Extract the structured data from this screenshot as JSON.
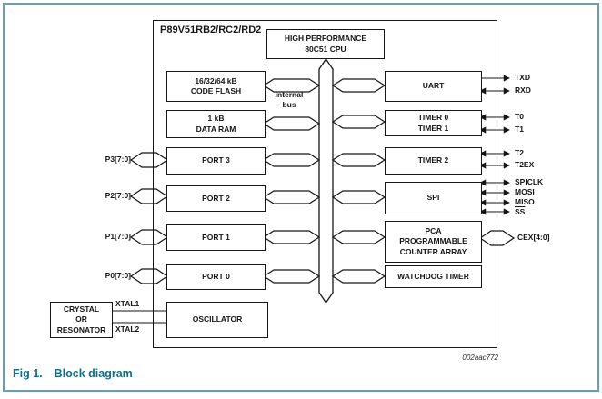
{
  "caption": {
    "fig": "Fig 1.",
    "title": "Block diagram"
  },
  "colors": {
    "caption_text": "#0f6d88",
    "page_border": "#63a0b0",
    "diagram_ink": "#161616"
  },
  "diagram": {
    "chip_title": "P89V51RB2/RC2/RD2",
    "figure_code": "002aac772",
    "internal_bus_label": {
      "line1": "internal",
      "line2": "bus"
    },
    "blocks": {
      "cpu": {
        "line1": "HIGH PERFORMANCE",
        "line2": "80C51 CPU"
      },
      "code_flash": {
        "line1": "16/32/64 kB",
        "line2": "CODE FLASH"
      },
      "data_ram": {
        "line1": "1 kB",
        "line2": "DATA RAM"
      },
      "port3": {
        "line1": "PORT 3"
      },
      "port2": {
        "line1": "PORT 2"
      },
      "port1": {
        "line1": "PORT 1"
      },
      "port0": {
        "line1": "PORT 0"
      },
      "oscillator": {
        "line1": "OSCILLATOR"
      },
      "crystal": {
        "line1": "CRYSTAL",
        "line2": "OR",
        "line3": "RESONATOR"
      },
      "uart": {
        "line1": "UART"
      },
      "timer01": {
        "line1": "TIMER 0",
        "line2": "TIMER 1"
      },
      "timer2": {
        "line1": "TIMER 2"
      },
      "spi": {
        "line1": "SPI"
      },
      "pca": {
        "line1": "PCA",
        "line2": "PROGRAMMABLE",
        "line3": "COUNTER ARRAY"
      },
      "watchdog": {
        "line1": "WATCHDOG TIMER"
      }
    },
    "port_pins": {
      "p3": "P3[7:0]",
      "p2": "P2[7:0]",
      "p1": "P1[7:0]",
      "p0": "P0[7:0]"
    },
    "xtal": {
      "xtal1": "XTAL1",
      "xtal2": "XTAL2"
    },
    "signals": {
      "txd": "TXD",
      "rxd": "RXD",
      "t0": "T0",
      "t1": "T1",
      "t2": "T2",
      "t2ex": "T2EX",
      "spiclk": "SPICLK",
      "mosi": "MOSI",
      "miso": "MISO",
      "ss": "SS",
      "cex": "CEX[4:0]"
    }
  }
}
